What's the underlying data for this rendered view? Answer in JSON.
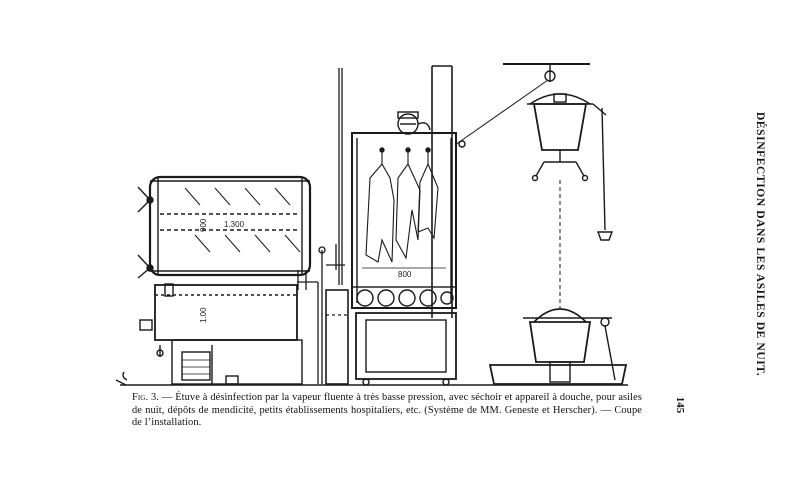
{
  "caption": {
    "fig_label": "Fig. 3.",
    "text": " — Étuve à désinfection par la vapeur fluente à très basse pression, avec séchoir et appareil à douche, pour asiles de nuit, dépôts de mendicité, petits établissements hospitaliers, etc. (Système de MM. Geneste et Herscher). — Coupe de l’installation."
  },
  "running_head": "DÉSINFECTION DANS LES ASILES DE NUIT.",
  "page_number": "145",
  "dimensions": {
    "boiler_length": "1.300",
    "boiler_diameter": "900",
    "tank_height": "1.00",
    "dryer_width": "800"
  }
}
